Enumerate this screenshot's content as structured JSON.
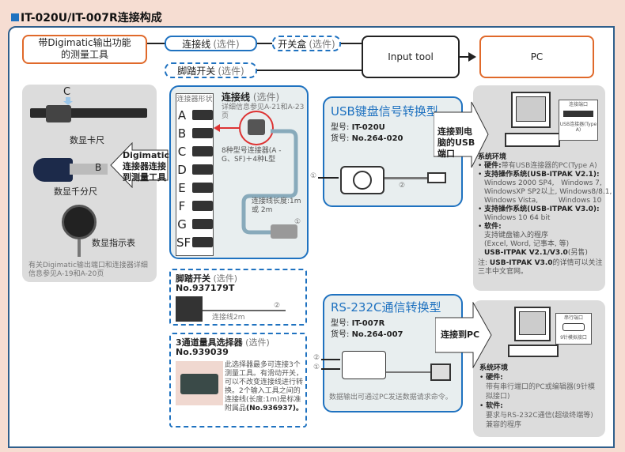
{
  "title": "IT-020U/IT-007R连接构成",
  "top": {
    "tool_box": "带Digimatic输出功能的测量工具",
    "cable": {
      "label": "连接线",
      "opt": "(选件)"
    },
    "switch_box": {
      "label": "开关盒",
      "opt": "(选件)"
    },
    "foot_switch": {
      "label": "脚踏开关",
      "opt": "(选件)"
    },
    "input_tool": "Input tool",
    "pc": "PC"
  },
  "tools": {
    "caliper": "数显卡尺",
    "caliper_marker": "C",
    "micrometer": "数显千分尺",
    "micrometer_marker": "B",
    "indicator": "数显指示表",
    "note": "有关Digimatic输出端口和连接器详细信息参见A-19和A-20页",
    "arrow_line1": "Digimatic",
    "arrow_line2": "连接器连接",
    "arrow_line3": "到测量工具"
  },
  "cable_panel": {
    "shapes_title": "连接器形状",
    "shapes": [
      "A",
      "B",
      "C",
      "D",
      "E",
      "F",
      "G",
      "SF"
    ],
    "title": "连接线",
    "opt": "(选件)",
    "detail": "详细信息参见A-21和A-23页",
    "types": "8种型号连接器(A - G、SF)＋4种L型",
    "length": "连接线长度:1m 或 2m",
    "port1": "①"
  },
  "foot": {
    "title": "脚踏开关",
    "opt": "(选件)",
    "no": "No.937179T",
    "cable": "连接线2m",
    "port": "②"
  },
  "selector": {
    "title": "3通道量具选择器",
    "opt": "(选件)",
    "no": "No.939039",
    "desc": "此选择器最多可连接3个测量工具。有滑动开关，可以不改变连接线进行转换。2个输入工具之间的连接线(长度:1m)是标准附属品",
    "part": "(No.936937)。"
  },
  "usb": {
    "title": "USB键盘信号转换型",
    "model_label": "型号:",
    "model": "IT-020U",
    "part_label": "货号:",
    "part": "No.264-020",
    "p1": "①",
    "p2": "②",
    "arrow": "连接到电脑的USB端口",
    "port_label": "连接端口",
    "conn_label": "USB连接器(Type A)",
    "env_title": "系统环境",
    "hw_label": "硬件:",
    "hw": "带有USB连接器的PC(Type A)",
    "os21_label": "支持操作系统(USB-ITPAK V2.1):",
    "os21": [
      "Windows 2000 SP4,   Windows 7,",
      "WindowsXP SP2以上, Windows8/8.1,",
      "Windows Vista,         Windows 10"
    ],
    "os30_label": "支持操作系统(USB-ITPAK V3.0):",
    "os30": "Windows 10 64 bit",
    "sw_label": "软件:",
    "sw1": "支持键盘输入的程序",
    "sw2": "(Excel, Word, 记事本, 等)",
    "sw3": "USB-ITPAK V2.1/V3.0",
    "sw3b": "(另售)",
    "note_prefix": "注:",
    "note_bold": "USB-ITPAK V3.0",
    "note": "的详情可以关注三丰中文官网。"
  },
  "rs": {
    "title": "RS-232C通信转换型",
    "model_label": "型号:",
    "model": "IT-007R",
    "part_label": "货号:",
    "part": "No.264-007",
    "p1": "①",
    "p2": "②",
    "desc": "数据输出可通过PC发送数据请求命令。",
    "arrow": "连接到PC",
    "port_label": "串行端口",
    "conn_label": "9针模拟接口",
    "env_title": "系统环境",
    "hw_label": "硬件:",
    "hw": "带有串行端口的PC或编辑器(9针模拟接口)",
    "sw_label": "软件:",
    "sw": "要求与RS-232C通信(超级终端等) 兼容的程序"
  },
  "colors": {
    "accent": "#1f72c0",
    "orange": "#e0692a",
    "background": "#f6ddd2"
  }
}
